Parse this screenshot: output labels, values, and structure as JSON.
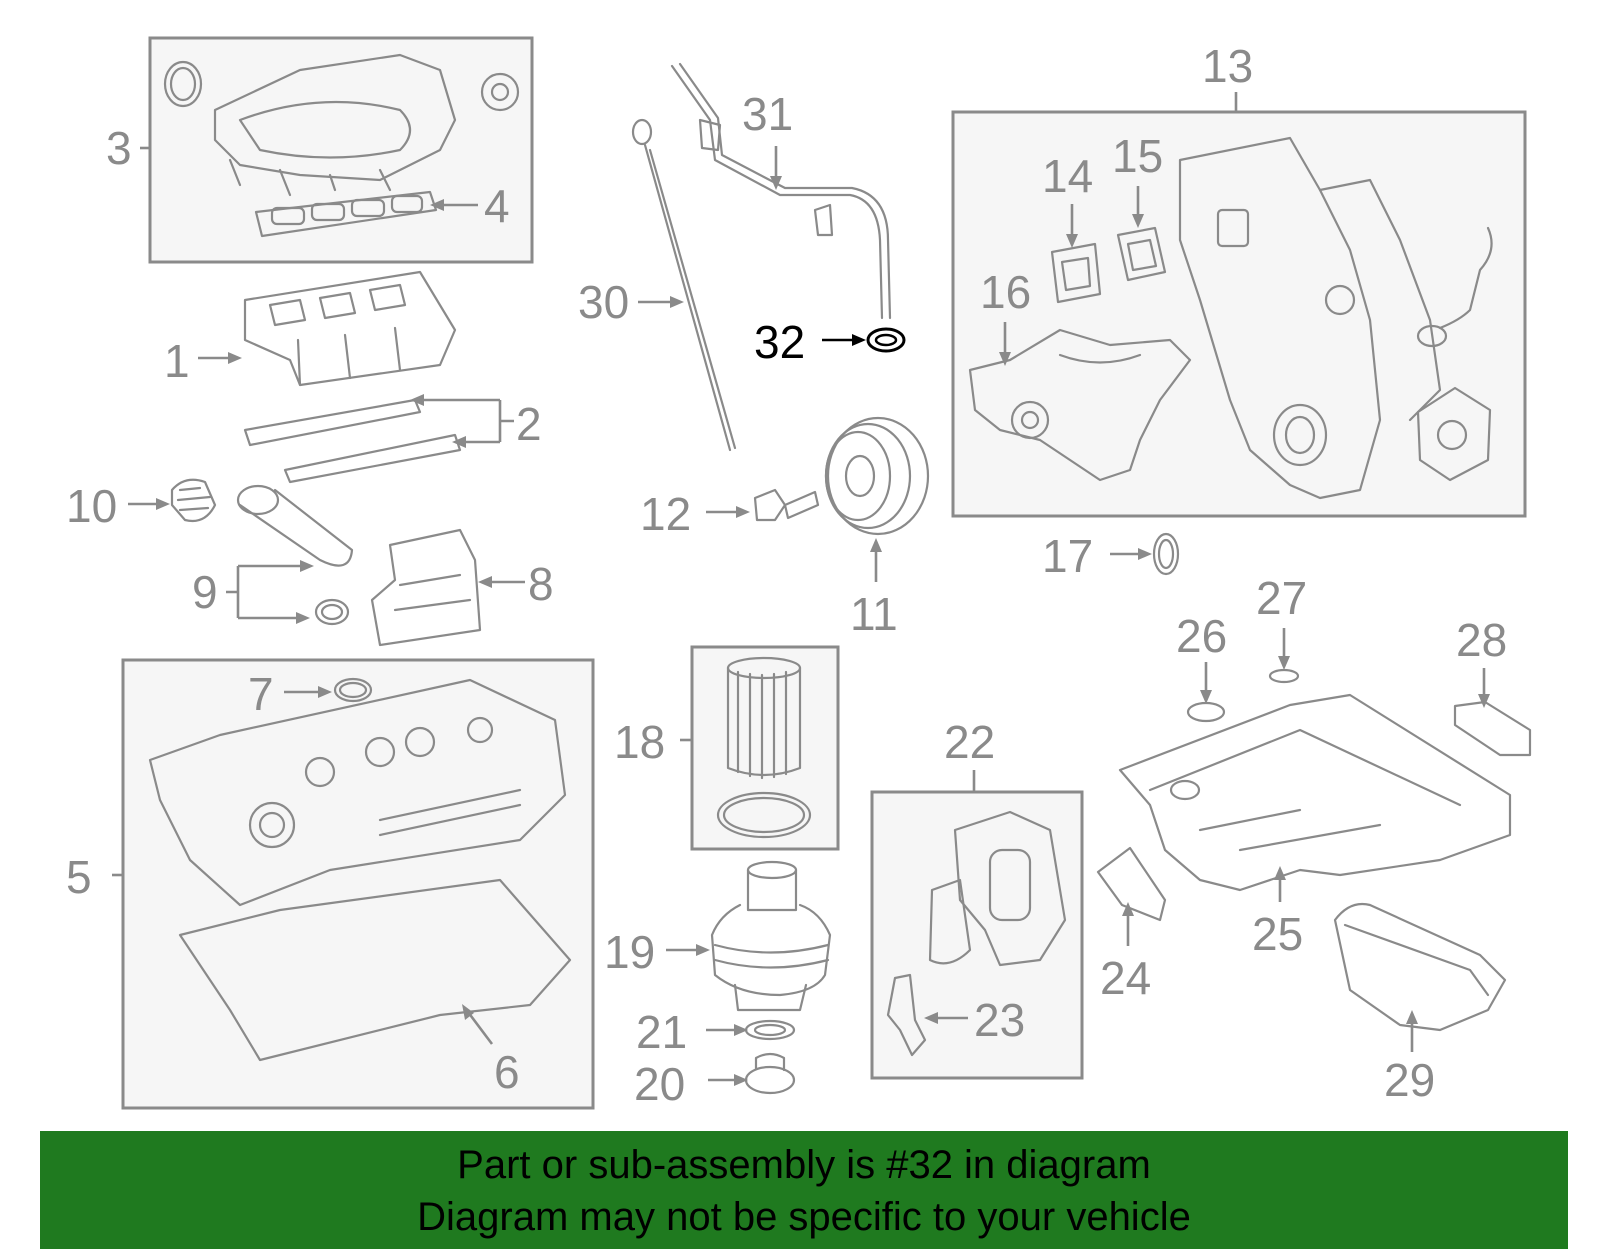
{
  "highlight_part": "32",
  "callouts": [
    {
      "id": "p1",
      "label": "1"
    },
    {
      "id": "p2",
      "label": "2"
    },
    {
      "id": "p3",
      "label": "3"
    },
    {
      "id": "p4",
      "label": "4"
    },
    {
      "id": "p5",
      "label": "5"
    },
    {
      "id": "p6",
      "label": "6"
    },
    {
      "id": "p7",
      "label": "7"
    },
    {
      "id": "p8",
      "label": "8"
    },
    {
      "id": "p9",
      "label": "9"
    },
    {
      "id": "p10",
      "label": "10"
    },
    {
      "id": "p11",
      "label": "11"
    },
    {
      "id": "p12",
      "label": "12"
    },
    {
      "id": "p13",
      "label": "13"
    },
    {
      "id": "p14",
      "label": "14"
    },
    {
      "id": "p15",
      "label": "15"
    },
    {
      "id": "p16",
      "label": "16"
    },
    {
      "id": "p17",
      "label": "17"
    },
    {
      "id": "p18",
      "label": "18"
    },
    {
      "id": "p19",
      "label": "19"
    },
    {
      "id": "p20",
      "label": "20"
    },
    {
      "id": "p21",
      "label": "21"
    },
    {
      "id": "p22",
      "label": "22"
    },
    {
      "id": "p23",
      "label": "23"
    },
    {
      "id": "p24",
      "label": "24"
    },
    {
      "id": "p25",
      "label": "25"
    },
    {
      "id": "p26",
      "label": "26"
    },
    {
      "id": "p27",
      "label": "27"
    },
    {
      "id": "p28",
      "label": "28"
    },
    {
      "id": "p29",
      "label": "29"
    },
    {
      "id": "p30",
      "label": "30"
    },
    {
      "id": "p31",
      "label": "31"
    },
    {
      "id": "p32",
      "label": "32"
    }
  ],
  "banner": {
    "line1": "Part or sub-assembly is #32 in diagram",
    "line2": "Diagram may not be specific to your vehicle"
  },
  "colors": {
    "line_art": "#8a8a8a",
    "highlight": "#000000",
    "banner_bg": "#1f7a1f",
    "box_fill": "#f6f6f6"
  }
}
